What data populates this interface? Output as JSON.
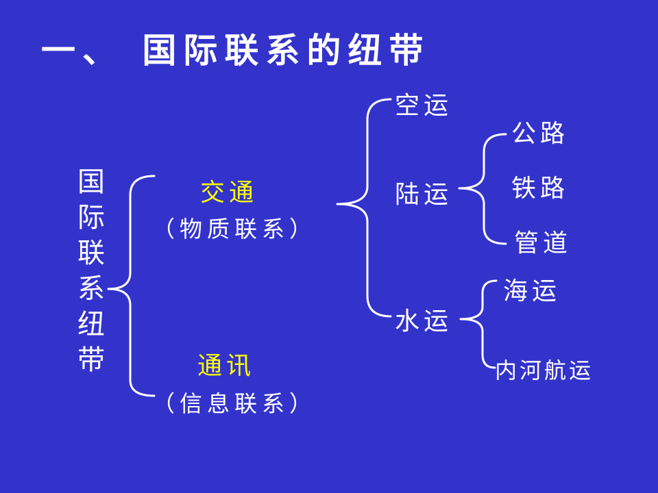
{
  "title": "一、 国际联系的纽带",
  "root": {
    "chars": [
      "国",
      "际",
      "联",
      "系",
      "纽",
      "带"
    ]
  },
  "branches": {
    "transport": {
      "label": "交通",
      "note": "（物质联系）"
    },
    "communication": {
      "label": "通讯",
      "note": "（信息联系）"
    }
  },
  "transport_modes": {
    "air": "空运",
    "land": "陆运",
    "water": "水运"
  },
  "land_modes": {
    "road": "公路",
    "rail": "铁路",
    "pipeline": "管道"
  },
  "water_modes": {
    "sea": "海运",
    "inland": "内河航运"
  },
  "colors": {
    "background": "#3333cc",
    "text": "#ffffff",
    "highlight": "#ffff00"
  }
}
